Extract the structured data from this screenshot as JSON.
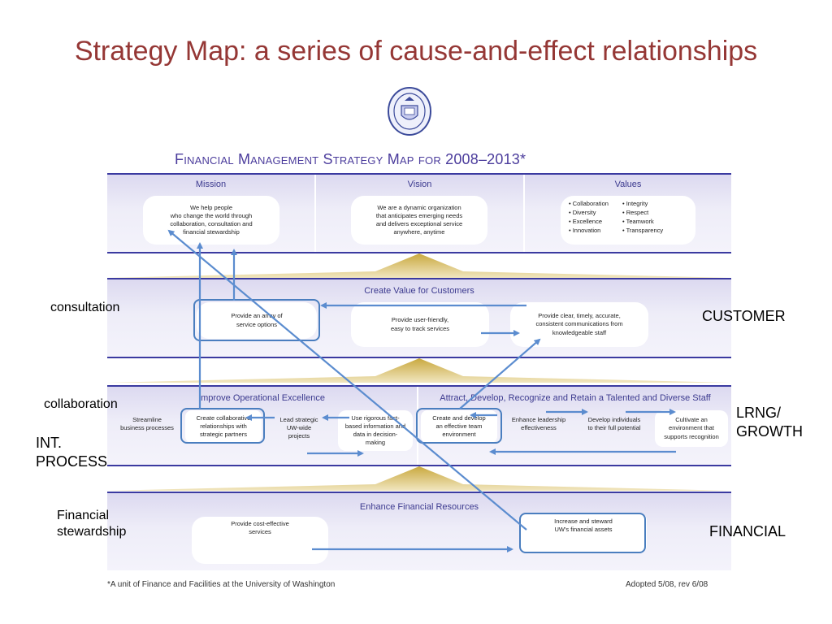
{
  "slide": {
    "title": "Strategy Map: a series of cause-and-effect relationships"
  },
  "map": {
    "title_prefix": "Financial Management Strategy Map for 2008–2013",
    "title_suffix": "*",
    "top": {
      "mission": {
        "header": "Mission",
        "text": "We help people\nwho change the world through\ncollaboration, consultation and\nfinancial stewardship"
      },
      "vision": {
        "header": "Vision",
        "text": "We are a dynamic organization\nthat anticipates emerging needs\nand delivers exceptional service\nanywhere, anytime"
      },
      "values": {
        "header": "Values",
        "col1": [
          "Collaboration",
          "Diversity",
          "Excellence",
          "Innovation"
        ],
        "col2": [
          "Integrity",
          "Respect",
          "Teamwork",
          "Transparency"
        ]
      }
    },
    "customers": {
      "header": "Create Value for Customers",
      "items": [
        "Provide an array of\nservice options",
        "Provide user-friendly,\neasy to track services",
        "Provide clear, timely, accurate,\nconsistent  communications from\nknowledgeable staff"
      ]
    },
    "operational": {
      "header": "Improve Operational Excellence",
      "items": [
        "Streamline\nbusiness processes",
        "Create collaborative\nrelationships with\nstrategic partners",
        "Lead strategic\nUW-wide\nprojects",
        "Use rigorous fact-\nbased information and\ndata in decision-\nmaking"
      ]
    },
    "staff": {
      "header": "Attract, Develop, Recognize and Retain a Talented and Diverse Staff",
      "items": [
        "Create and develop\nan effective team\nenvironment",
        "Enhance leadership\neffectiveness",
        "Develop individuals\nto their full potential",
        "Cultivate an\nenvironment that\nsupports recognition"
      ]
    },
    "financial": {
      "header": "Enhance Financial Resources",
      "items": [
        "Provide cost-effective\nservices",
        "Increase and steward\nUW's financial assets"
      ]
    },
    "footnote": "*A unit of Finance and Facilities at the University of Washington",
    "adopted": "Adopted 5/08, rev 6/08"
  },
  "labels": {
    "consultation": "consultation",
    "collaboration": "collaboration",
    "int_process": "INT.\nPROCESS",
    "financial_stewardship": "Financial\nstewardship",
    "customer": "CUSTOMER",
    "lrng_growth": "LRNG/\nGROWTH",
    "financial": "FINANCIAL"
  },
  "colors": {
    "title": "#953735",
    "map_title": "#4b3c9c",
    "arrow": "#5b8ccf",
    "highlight": "#4a7ebf",
    "band_line": "#3b3aa0",
    "gold": "#c9a93e"
  },
  "icons": {
    "seal": "university-seal-icon"
  }
}
